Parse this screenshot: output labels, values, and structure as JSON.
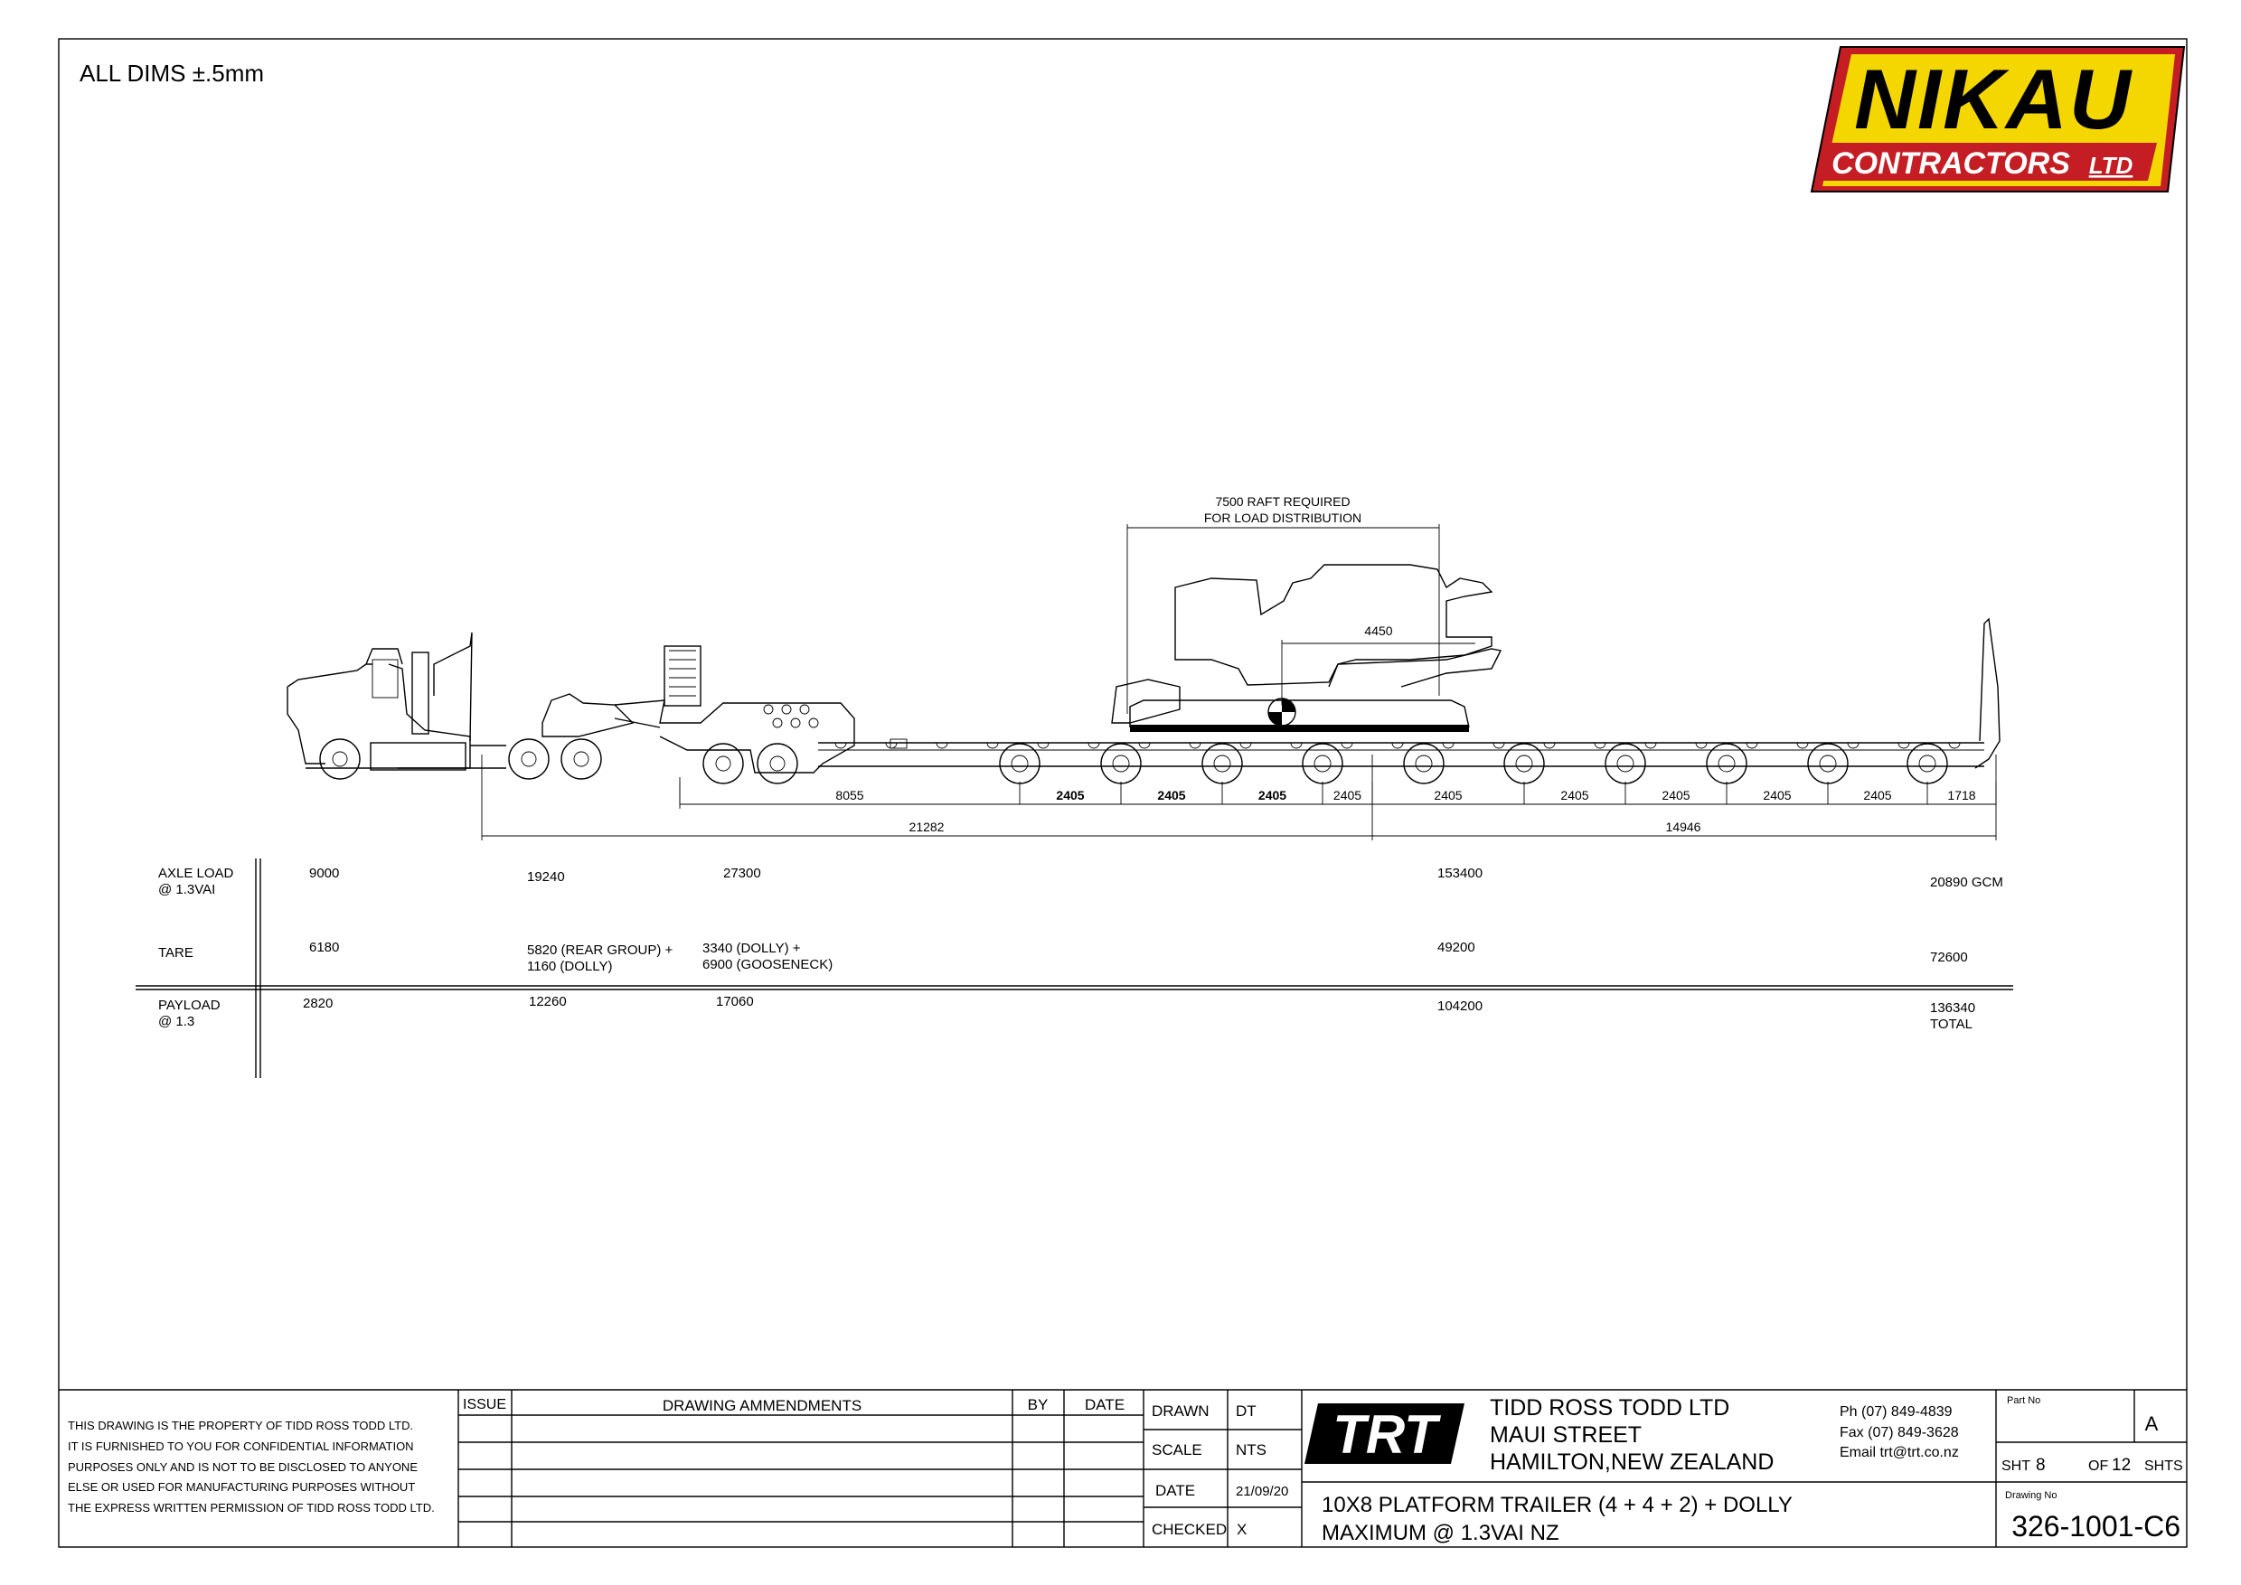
{
  "header": {
    "tolerance_note": "ALL DIMS ±.5mm"
  },
  "logo": {
    "main": "NIKAU",
    "sub": "CONTRACTORS",
    "suffix": "LTD"
  },
  "drawing": {
    "raft_note_1": "7500 RAFT REQUIRED",
    "raft_note_2": "FOR LOAD DISTRIBUTION",
    "crane_dim": "4450",
    "dim_row1": [
      "8055",
      "2405",
      "2405",
      "2405",
      "2405",
      "2405",
      "2405",
      "2405",
      "2405",
      "2405",
      "1718"
    ],
    "dim_row2": [
      "21282",
      "14946"
    ]
  },
  "load_table": {
    "rows": [
      {
        "label": [
          "AXLE LOAD",
          "@ 1.3VAI"
        ],
        "values": [
          [
            "9000"
          ],
          [
            "19240"
          ],
          [
            "27300"
          ],
          [
            "153400"
          ],
          [
            "20890 GCM"
          ]
        ]
      },
      {
        "label": [
          "TARE"
        ],
        "values": [
          [
            "6180"
          ],
          [
            "5820 (REAR GROUP) +",
            "1160 (DOLLY)"
          ],
          [
            "3340 (DOLLY)  +",
            "6900 (GOOSENECK)"
          ],
          [
            "49200"
          ],
          [
            "72600"
          ]
        ]
      },
      {
        "label": [
          "PAYLOAD",
          "@ 1.3"
        ],
        "values": [
          [
            "2820"
          ],
          [
            "12260"
          ],
          [
            "17060"
          ],
          [
            "104200"
          ],
          [
            "136340",
            "TOTAL"
          ]
        ]
      }
    ]
  },
  "title_block": {
    "disclaimer": [
      "THIS DRAWING IS THE PROPERTY OF TIDD ROSS TODD LTD.",
      "IT IS FURNISHED TO YOU FOR CONFIDENTIAL INFORMATION",
      "PURPOSES ONLY AND IS NOT TO BE DISCLOSED TO ANYONE",
      "ELSE OR USED FOR MANUFACTURING PURPOSES WITHOUT",
      "THE EXPRESS WRITTEN PERMISSION OF TIDD ROSS TODD LTD."
    ],
    "amend_headers": {
      "issue": "ISSUE",
      "amendments": "DRAWING AMMENDMENTS",
      "by": "BY",
      "date": "DATE"
    },
    "drawn_label": "DRAWN",
    "drawn_value": "DT",
    "scale_label": "SCALE",
    "scale_value": "NTS",
    "date_label": "DATE",
    "date_value": "21/09/20",
    "checked_label": "CHECKED",
    "checked_value": "X",
    "company_logo": "TRT",
    "company_lines": [
      "TIDD ROSS TODD LTD",
      "MAUI STREET",
      "HAMILTON,NEW ZEALAND"
    ],
    "contact_lines": [
      "Ph (07) 849-4839",
      "Fax (07) 849-3628",
      "Email trt@trt.co.nz"
    ],
    "title_line1": "10X8 PLATFORM TRAILER (4 + 4 + 2) + DOLLY",
    "title_line2": "MAXIMUM @ 1.3VAI NZ",
    "part_no_label": "Part No",
    "revision": "A",
    "sheet_label": "SHT",
    "sheet_no": "8",
    "of_label": "OF",
    "sheet_total": "12",
    "shts_label": "SHTS",
    "drawing_no_label": "Drawing No",
    "drawing_no": "326-1001-C6"
  }
}
